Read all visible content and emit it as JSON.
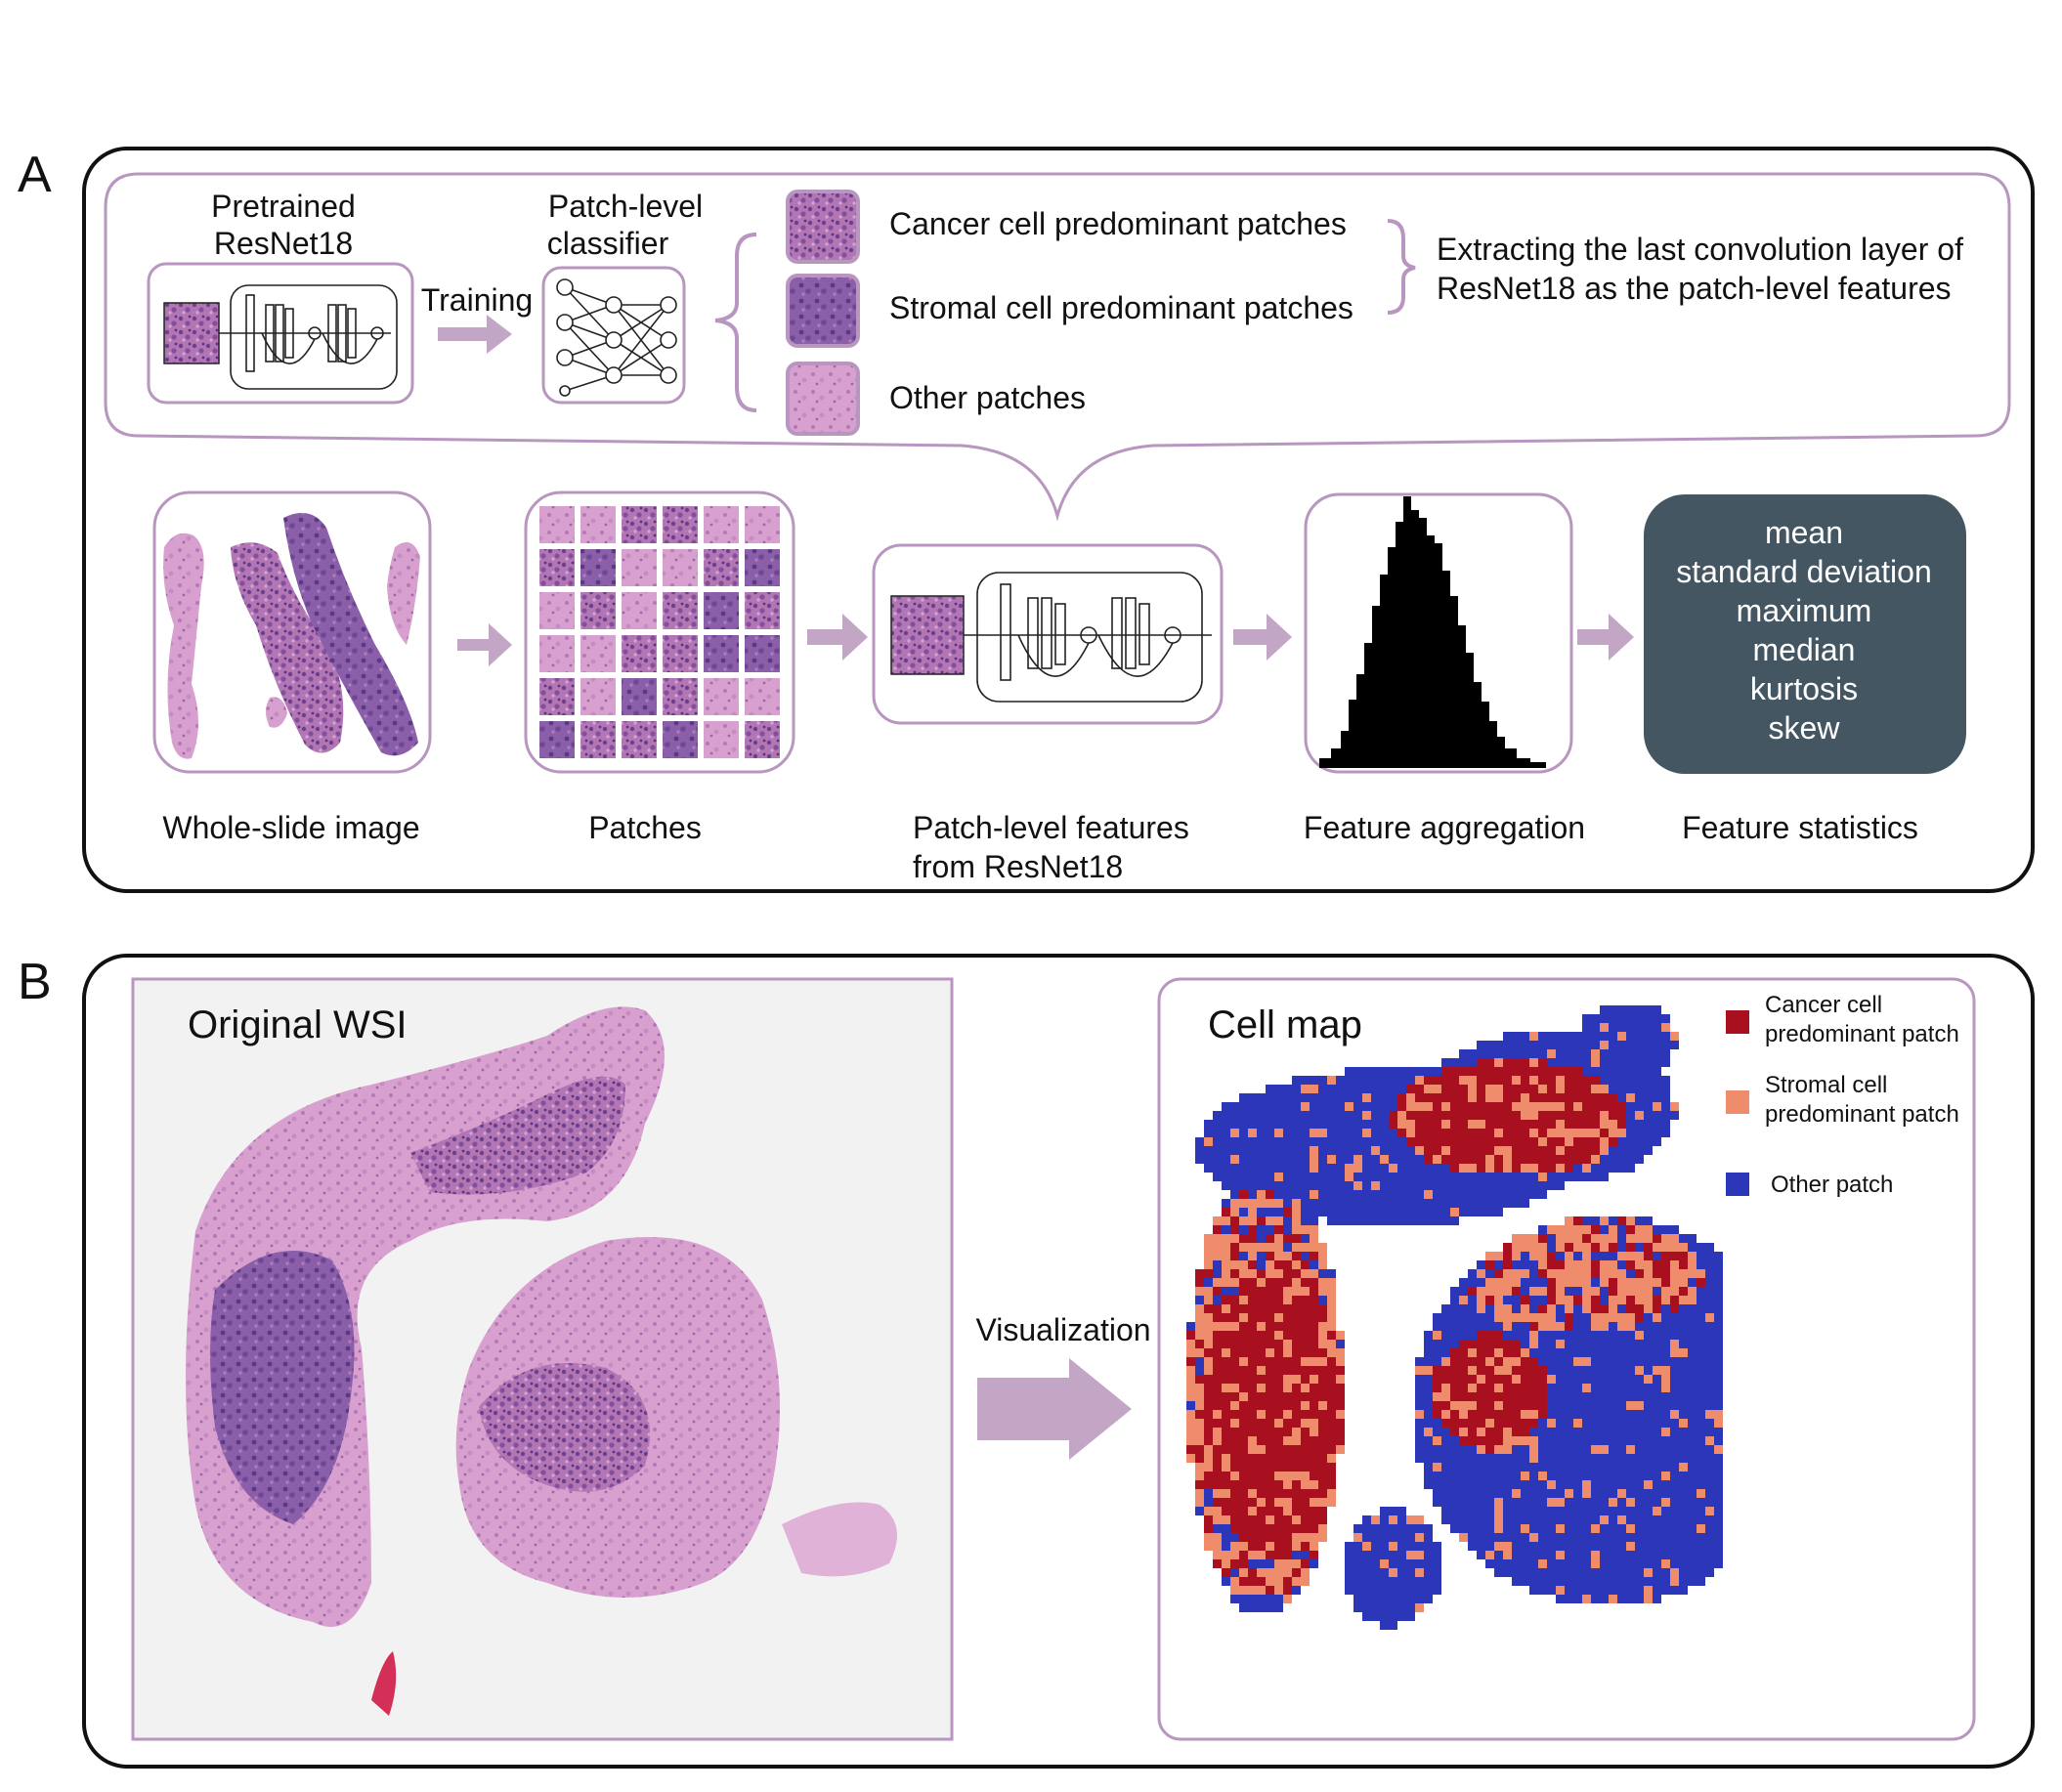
{
  "panel_a": {
    "label": "A",
    "top": {
      "pretrained_title": [
        "Pretrained",
        "ResNet18"
      ],
      "training_label": "Training",
      "classifier_title": [
        "Patch-level",
        "classifier"
      ],
      "patch_types": [
        "Cancer cell predominant patches",
        "Stromal cell predominant patches",
        "Other patches"
      ],
      "extract_text": [
        "Extracting the last convolution layer of",
        "ResNet18 as the patch-level features"
      ]
    },
    "pipeline": {
      "captions": [
        "Whole-slide image",
        "Patches",
        "Patch-level features",
        "from ResNet18",
        "Feature aggregation",
        "Feature statistics"
      ],
      "statistics": [
        "mean",
        "standard deviation",
        "maximum",
        "median",
        "kurtosis",
        "skew"
      ]
    }
  },
  "panel_b": {
    "label": "B",
    "original_title": "Original WSI",
    "arrow_label": "Visualization",
    "cellmap_title": "Cell map",
    "legend": [
      {
        "label": [
          "Cancer cell",
          "predominant patch"
        ],
        "color": "#a8101f"
      },
      {
        "label": [
          "Stromal cell",
          "predominant patch"
        ],
        "color": "#ef8c6c"
      },
      {
        "label": [
          "Other patch"
        ],
        "color": "#2c36b8"
      }
    ]
  },
  "colors": {
    "panel_border": "#b896bf",
    "arrow": "#c3a6c5",
    "stats_box": "#445662",
    "tissue_dark": "#7b4f9e",
    "tissue_pink": "#d49ccb",
    "cancer": "#a8101f",
    "stromal": "#ef8c6c",
    "other": "#2c36b8"
  }
}
